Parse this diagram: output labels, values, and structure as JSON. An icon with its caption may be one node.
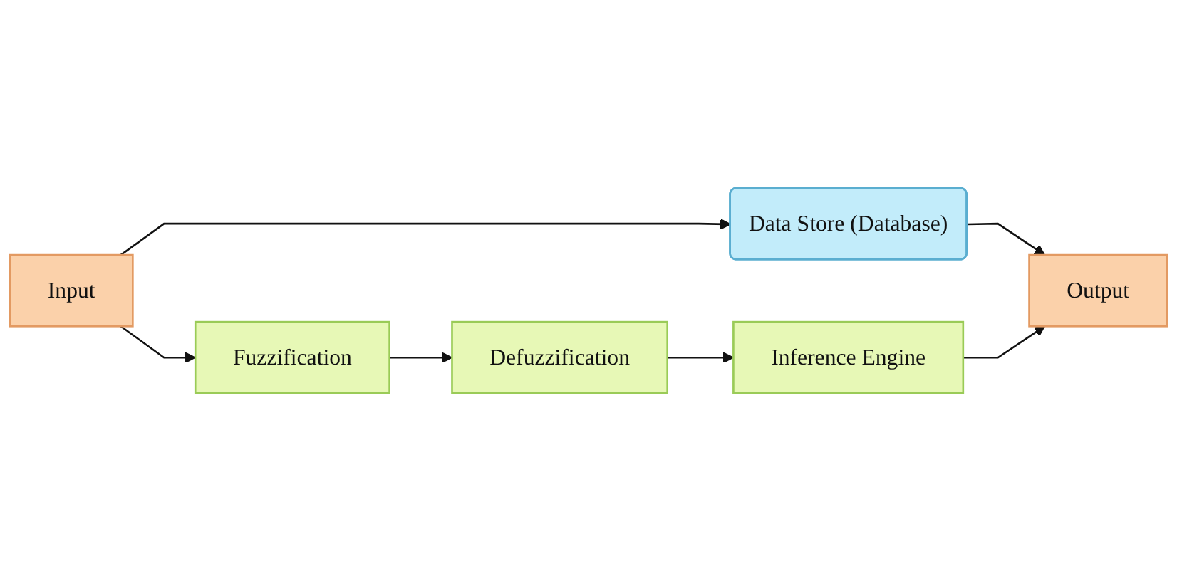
{
  "diagram": {
    "nodes": [
      {
        "text": [
          "Data Store (Database)"
        ]
      },
      {
        "text": [
          "Input"
        ]
      },
      {
        "text": [
          "Fuzzification"
        ]
      },
      {
        "text": [
          "Defuzzification"
        ]
      },
      {
        "text": [
          "Inference Engine"
        ]
      },
      {
        "text": [
          "Output"
        ]
      }
    ],
    "edges": [
      {
        "from": 1,
        "to": 0,
        "arrow": "to"
      },
      {
        "from": 0,
        "to": 5,
        "arrow": "to"
      },
      {
        "from": 1,
        "to": 2,
        "arrow": "to"
      },
      {
        "from": 2,
        "to": 3,
        "arrow": "to"
      },
      {
        "from": 3,
        "to": 4,
        "arrow": "to"
      },
      {
        "from": 4,
        "to": 5,
        "arrow": "to"
      }
    ]
  }
}
